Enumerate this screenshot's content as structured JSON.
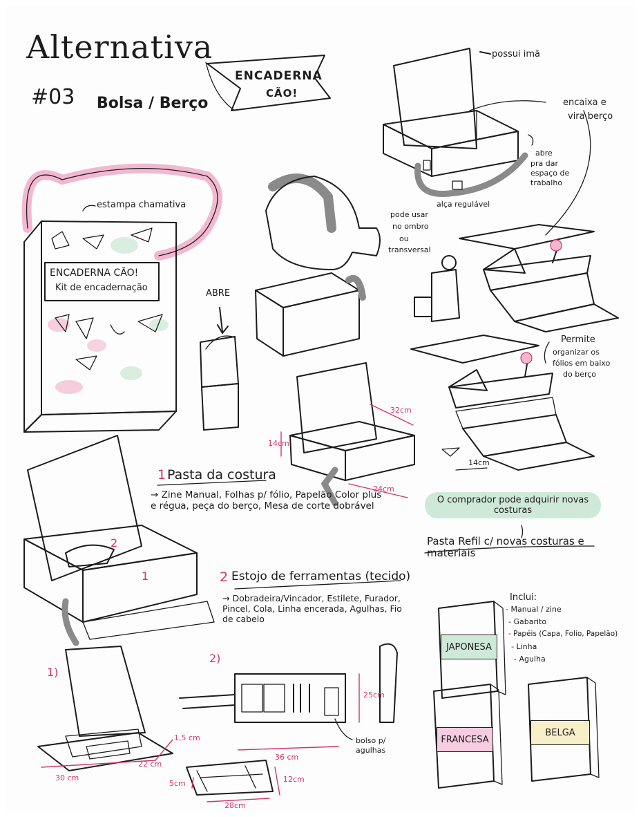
{
  "header": {
    "title": "Alternativa",
    "number": "#03",
    "subtitle": "Bolsa / Berço",
    "banner_text": "ENCADERNA",
    "banner_sub": "CÃO!"
  },
  "labels": {
    "possui_ima": "possui imã",
    "encaixa": "encaixa e",
    "vira_berco": "vira berço",
    "abre_espaco_1": "abre",
    "abre_espaco_2": "pra dar",
    "abre_espaco_3": "espaço de",
    "abre_espaco_4": "trabalho",
    "alca": "alça regulável",
    "estampa": "estampa chamativa",
    "box_title": "ENCADERNA CÃO!",
    "box_sub": "Kit de encadernação",
    "abre": "ABRE",
    "pode_usar_1": "pode usar",
    "pode_usar_2": "no ombro",
    "pode_usar_3": "ou",
    "pode_usar_4": "transversal",
    "permite_1": "Permite",
    "permite_2": "organizar os",
    "permite_3": "fólios em baixo",
    "permite_4": "do berço"
  },
  "dimensions": {
    "d32": "32cm",
    "d14a": "14cm",
    "d24": "24cm",
    "d14b": "14cm",
    "d30": "30 cm",
    "d22": "22 cm",
    "d1_5": "1,5 cm",
    "d25": "25cm",
    "d36": "36 cm",
    "d12": "12cm",
    "d5": "5cm",
    "d28": "28cm"
  },
  "section1": {
    "number": "1",
    "heading": "Pasta da costura",
    "text": "→ Zine Manual, Folhas p/ fólio, Papelão Color plus e régua, peça do berço, Mesa de corte dobrável",
    "marker_a": "1",
    "marker_b": "2"
  },
  "section2": {
    "number": "2",
    "heading": "Estojo de ferramentas (tecido)",
    "text": "→ Dobradeira/Vincador, Estilete, Furador, Pincel, Cola, Linha encerada, Agulhas, Fio de cabelo"
  },
  "bottom_markers": {
    "m1": "1)",
    "m2": "2)",
    "bolso_1": "bolso p/",
    "bolso_2": "agulhas"
  },
  "refill": {
    "bubble": "O comprador pode adquirir novas costuras",
    "title": "Pasta Refil c/ novas costuras e materiais",
    "inclui": "Inclui:",
    "items": [
      "- Manual / zine",
      "- Gabarito",
      "- Papéis (Capa, Folio, Papelão)",
      "- Linha",
      "- Agulha"
    ],
    "books": [
      {
        "label": "JAPONESA",
        "color": "#cfe9d8"
      },
      {
        "label": "FRANCESA",
        "color": "#f6cde0"
      },
      {
        "label": "BELGA",
        "color": "#f7efc9"
      }
    ]
  },
  "colors": {
    "pink": "#f2b8cf",
    "accent": "#d6336c",
    "green": "#cfe9d8",
    "beige": "#f1ddc8",
    "grey": "#8a8a8a"
  }
}
